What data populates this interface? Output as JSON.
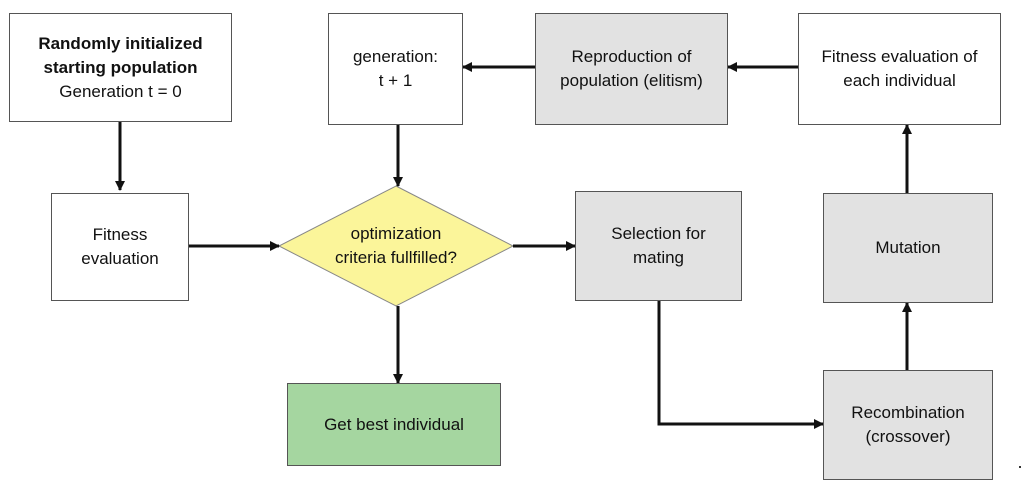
{
  "nodes": {
    "start": {
      "lines": [
        "Randomly initialized",
        "starting population",
        "Generation t = 0"
      ]
    },
    "fitness_evaluation": {
      "lines": [
        "Fitness",
        "evaluation"
      ]
    },
    "decision": {
      "lines": [
        "optimization",
        "criteria fullfilled?"
      ]
    },
    "generation": {
      "lines": [
        "generation:",
        "t + 1"
      ]
    },
    "reproduction": {
      "lines": [
        "Reproduction of",
        "population (elitism)"
      ]
    },
    "fitness_each": {
      "lines": [
        "Fitness evaluation of",
        "each individual"
      ]
    },
    "selection": {
      "lines": [
        "Selection for",
        "mating"
      ]
    },
    "mutation": {
      "lines": [
        "Mutation"
      ]
    },
    "recombination": {
      "lines": [
        "Recombination",
        "(crossover)"
      ]
    },
    "best": {
      "lines": [
        "Get best individual"
      ]
    }
  },
  "colors": {
    "plain_fill": "#ffffff",
    "grey_fill": "#e2e2e2",
    "decision_fill": "#fbf59a",
    "result_fill": "#a5d6a0",
    "border": "#555555",
    "arrow": "#111111"
  }
}
